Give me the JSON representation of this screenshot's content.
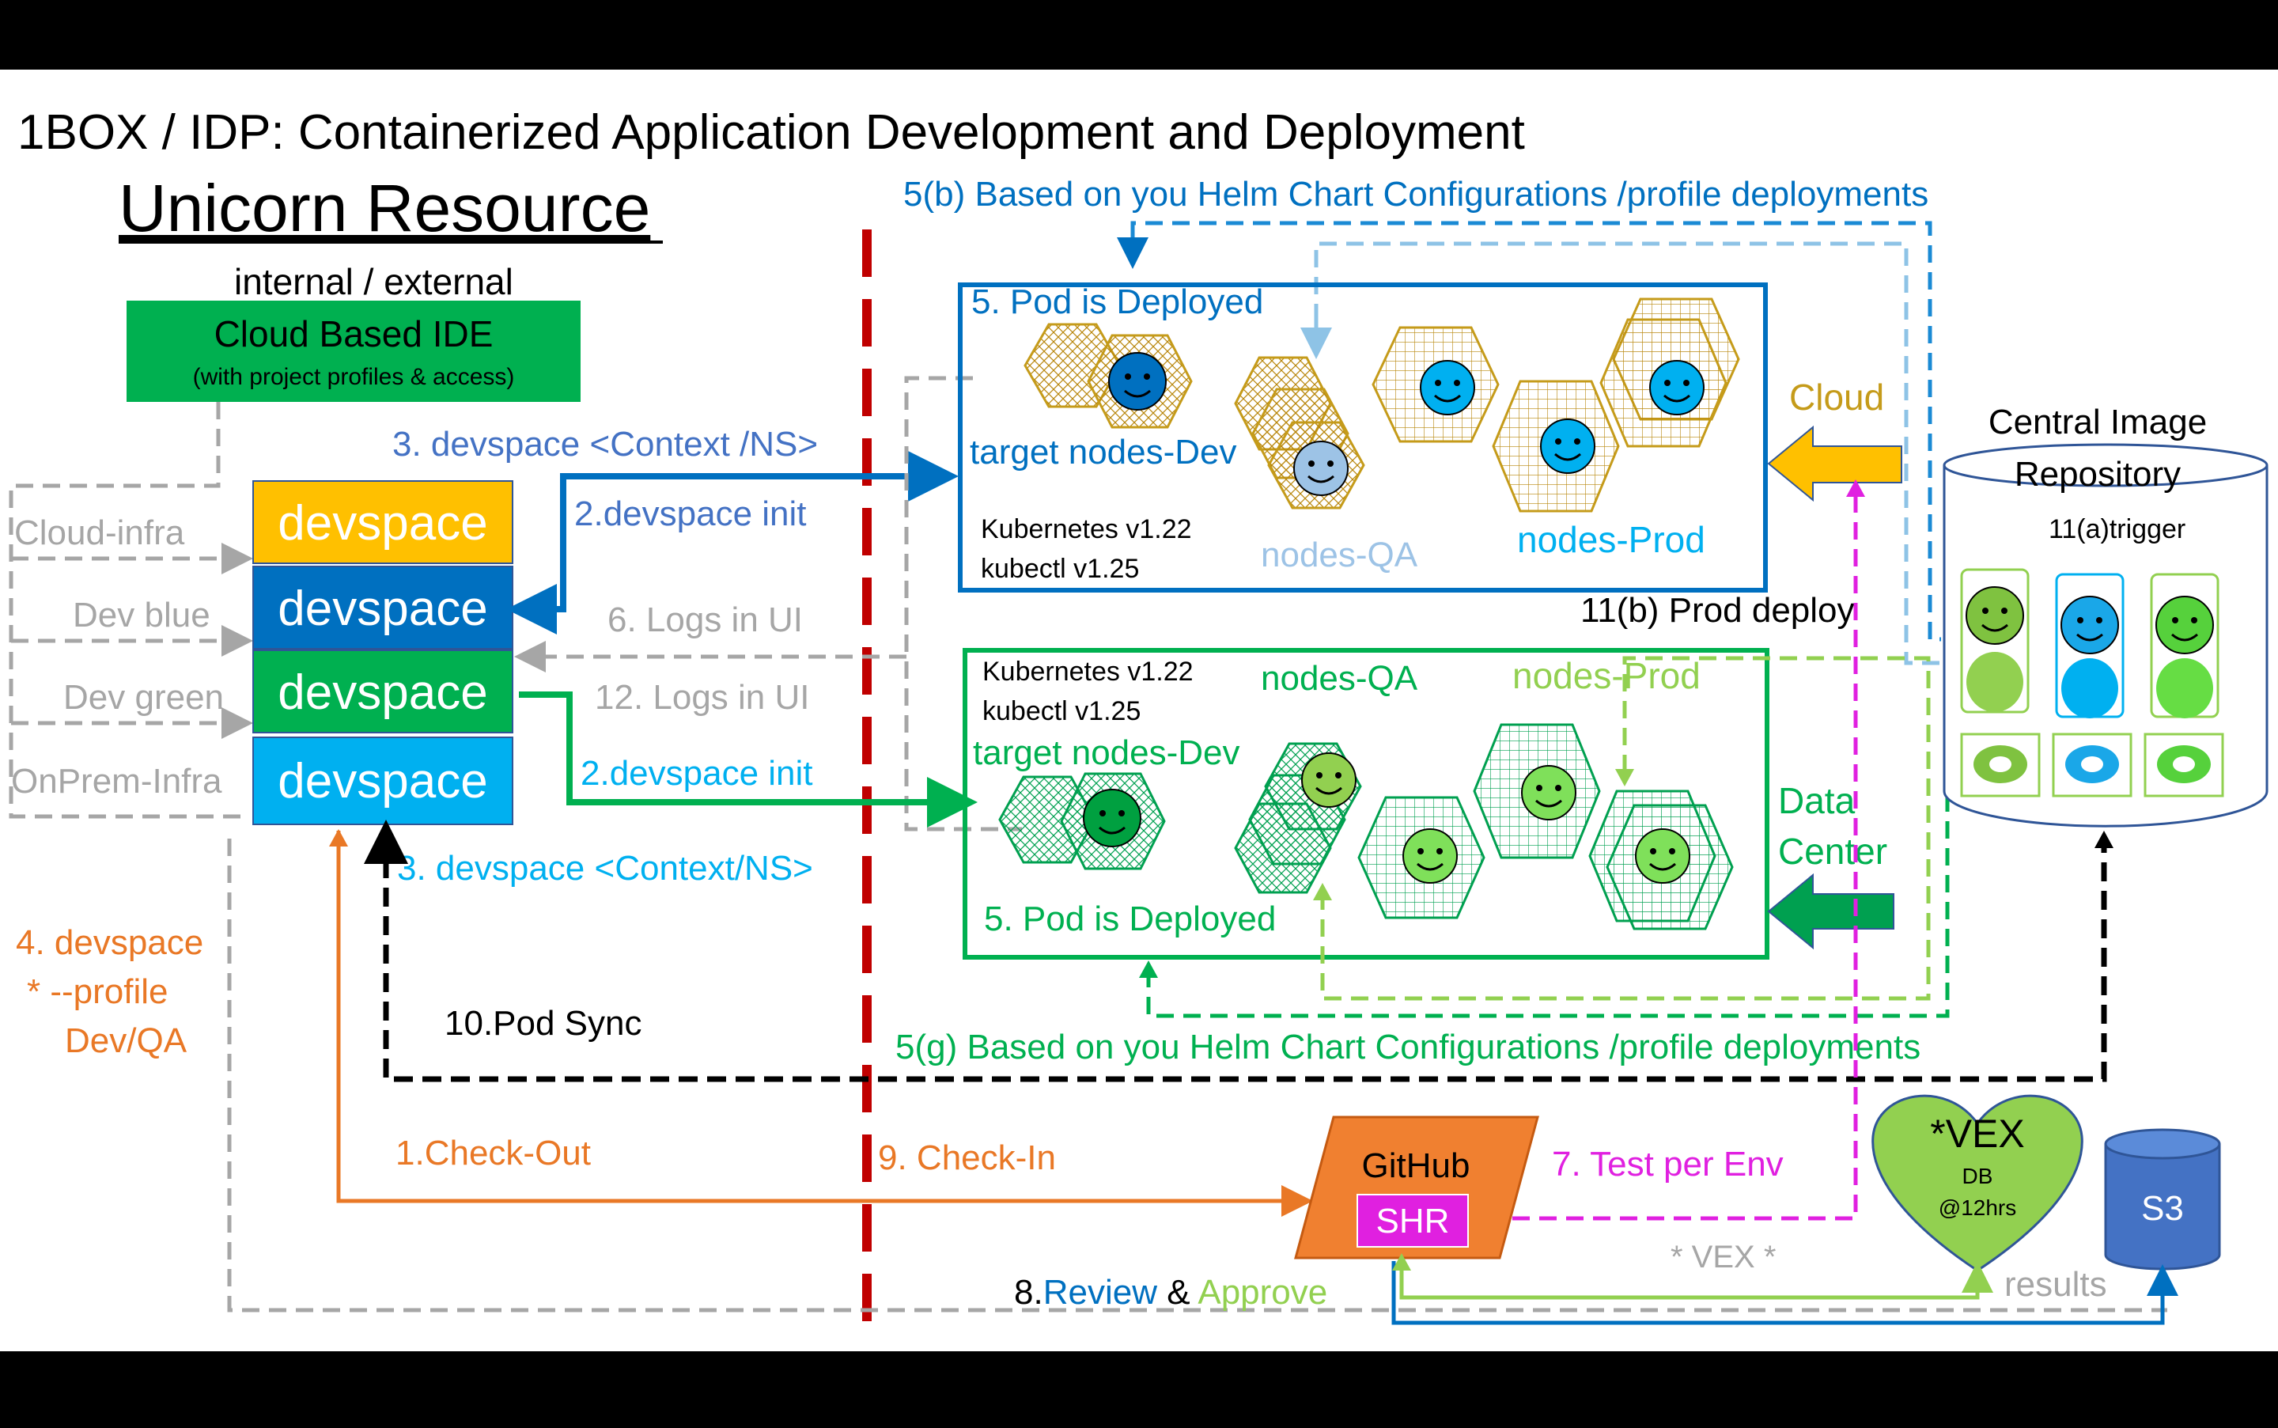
{
  "title": "1BOX / IDP: Containerized Application Development and Deployment",
  "subtitle": "Unicorn Resource",
  "left": {
    "scope": "internal / external",
    "ide_title": "Cloud Based IDE",
    "ide_sub": "(with project profiles & access)",
    "infra": [
      "Cloud-infra",
      "Dev blue",
      "Dev green",
      "OnPrem-Infra"
    ],
    "devspace_label": "devspace",
    "profile": [
      "4. devspace",
      "* --profile",
      "Dev/QA"
    ]
  },
  "colors": {
    "orange": "#e97826",
    "blue": "#4472c4",
    "dark_blue": "#0070c0",
    "sky": "#00b0f0",
    "green": "#00b050",
    "light_green": "#92d050",
    "magenta": "#e020e0",
    "gold": "#ffc000",
    "dashed_red": "#c00000",
    "grey": "#a6a6a6"
  },
  "arrows": {
    "helm_b": "5(b) Based on you Helm Chart Configurations /profile deployments",
    "helm_g": "5(g) Based on you Helm Chart Configurations /profile deployments",
    "ctx_top": "3. devspace <Context /NS>",
    "init_top": "2.devspace init",
    "logs6": "6. Logs in UI",
    "logs12": "12. Logs in UI",
    "init_bot": "2.devspace init",
    "ctx_bot": "3. devspace <Context/NS>",
    "pod_sync": "10.Pod Sync",
    "checkout": "1.Check-Out",
    "checkin": "9. Check-In",
    "test": "7. Test per Env",
    "review_num": "8.",
    "review": "Review",
    "amp": " & ",
    "approve": "Approve",
    "vex_label": "* VEX *",
    "results": "results",
    "prod11b": "11(b) Prod deploy",
    "trigger": "11(a)trigger"
  },
  "cloud_cluster": {
    "deployed": "5. Pod is Deployed",
    "target": "target nodes-Dev",
    "k8s": "Kubernetes v1.22",
    "kubectl": "kubectl v1.25",
    "qa": "nodes-QA",
    "prod": "nodes-Prod",
    "side": "Cloud"
  },
  "dc_cluster": {
    "k8s": "Kubernetes v1.22",
    "kubectl": "kubectl v1.25",
    "qa": "nodes-QA",
    "prod": "nodes-Prod",
    "target": "target nodes-Dev",
    "deployed": "5. Pod is Deployed",
    "side1": "Data",
    "side2": "Center"
  },
  "repo": {
    "line1": "Central Image",
    "line2": "Repository"
  },
  "github": {
    "name": "GitHub",
    "badge": "SHR"
  },
  "vex": {
    "title": "*VEX",
    "line1": "DB",
    "line2": "@12hrs"
  },
  "s3": "S3"
}
